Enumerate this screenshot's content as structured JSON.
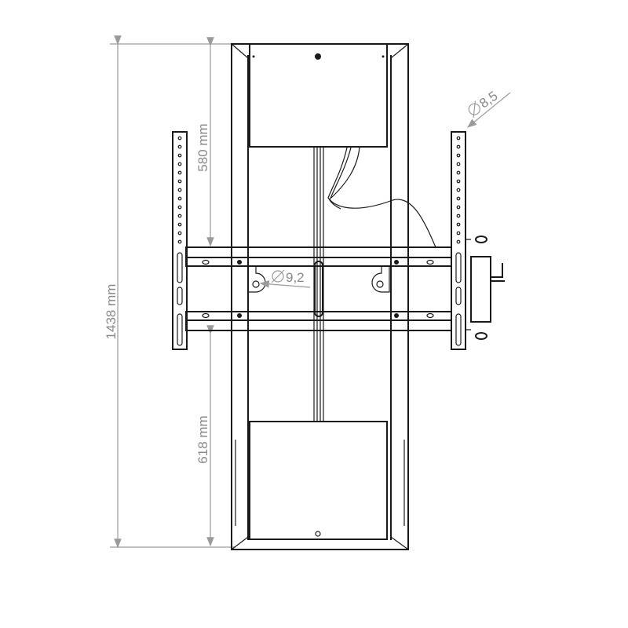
{
  "dimensions": {
    "total_height": "1438 mm",
    "upper_height": "580 mm",
    "lower_height": "618 mm",
    "bracket_hole": "8,5",
    "keyhole": "9,2"
  },
  "colors": {
    "line": "#1a1a1a",
    "dimension": "#8a8a8a"
  }
}
